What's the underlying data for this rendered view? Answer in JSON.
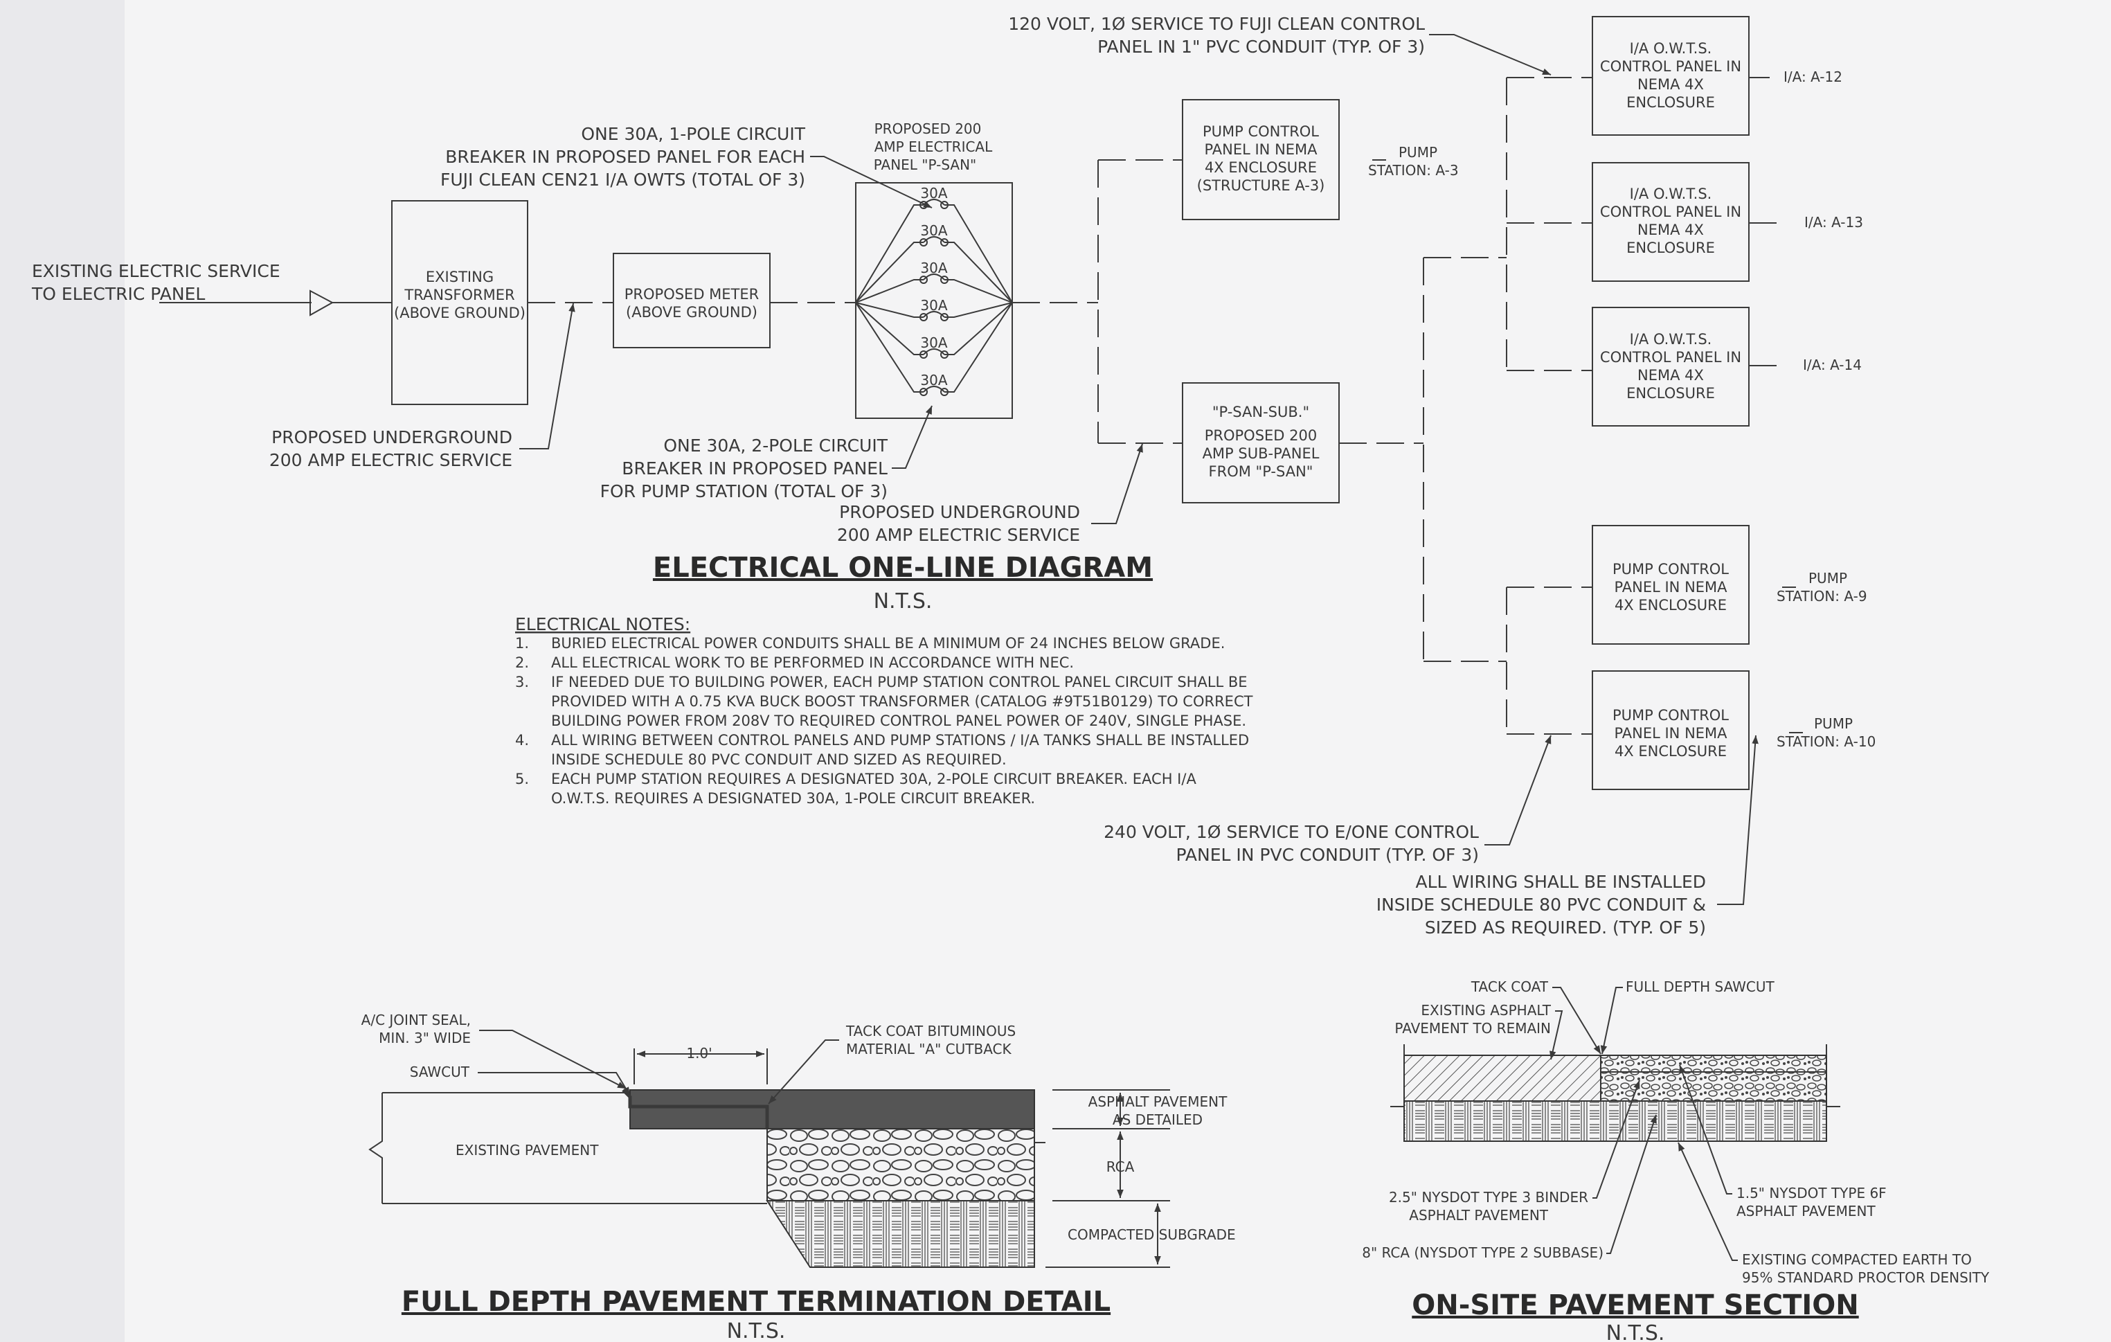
{
  "diagram": {
    "title": "ELECTRICAL ONE-LINE DIAGRAM",
    "scale": "N.T.S.",
    "callouts": {
      "service_in_1": "EXISTING ELECTRIC SERVICE",
      "service_in_2": "TO ELECTRIC PANEL",
      "breaker_1p_1": "ONE 30A, 1-POLE CIRCUIT",
      "breaker_1p_2": "BREAKER IN PROPOSED PANEL FOR EACH",
      "breaker_1p_3": "FUJI CLEAN CEN21 I/A OWTS (TOTAL OF 3)",
      "ug_service_a_1": "PROPOSED UNDERGROUND",
      "ug_service_a_2": "200 AMP ELECTRIC SERVICE",
      "breaker_2p_1": "ONE 30A, 2-POLE CIRCUIT",
      "breaker_2p_2": "BREAKER IN PROPOSED PANEL",
      "breaker_2p_3": "FOR PUMP STATION (TOTAL OF 3)",
      "ug_service_b_1": "PROPOSED UNDERGROUND",
      "ug_service_b_2": "200 AMP ELECTRIC SERVICE",
      "fuji_1": "120 VOLT, 1Ø SERVICE TO FUJI CLEAN CONTROL",
      "fuji_2": "PANEL IN 1\" PVC CONDUIT (TYP. OF 3)",
      "eone_1": "240 VOLT, 1Ø SERVICE TO E/ONE CONTROL",
      "eone_2": "PANEL IN PVC CONDUIT (TYP. OF 3)",
      "wiring_1": "ALL WIRING SHALL BE INSTALLED",
      "wiring_2": "INSIDE SCHEDULE 80 PVC CONDUIT &",
      "wiring_3": "SIZED AS REQUIRED. (TYP. OF 5)"
    },
    "boxes": {
      "transformer": [
        "EXISTING",
        "TRANSFORMER",
        "(ABOVE GROUND)"
      ],
      "meter": [
        "PROPOSED METER",
        "(ABOVE GROUND)"
      ],
      "panel_label": [
        "PROPOSED 200",
        "AMP ELECTRICAL",
        "PANEL \"P-SAN\""
      ],
      "breakers": [
        "30A",
        "30A",
        "30A",
        "30A",
        "30A",
        "30A"
      ],
      "pump_a3": [
        "PUMP CONTROL",
        "PANEL IN NEMA",
        "4X ENCLOSURE",
        "(STRUCTURE A-3)"
      ],
      "sub_panel": [
        "\"P-SAN-SUB.\"",
        "PROPOSED 200",
        "AMP SUB-PANEL",
        "FROM \"P-SAN\""
      ],
      "ia_a12": [
        "I/A O.W.T.S.",
        "CONTROL PANEL IN",
        "NEMA 4X",
        "ENCLOSURE"
      ],
      "ia_a13": [
        "I/A O.W.T.S.",
        "CONTROL PANEL IN",
        "NEMA 4X",
        "ENCLOSURE"
      ],
      "ia_a14": [
        "I/A O.W.T.S.",
        "CONTROL PANEL IN",
        "NEMA 4X",
        "ENCLOSURE"
      ],
      "pump_a9": [
        "PUMP CONTROL",
        "PANEL IN NEMA",
        "4X ENCLOSURE"
      ],
      "pump_a10": [
        "PUMP CONTROL",
        "PANEL IN NEMA",
        "4X ENCLOSURE"
      ]
    },
    "tags": {
      "a3": [
        "PUMP",
        "STATION: A-3"
      ],
      "a12": "I/A: A-12",
      "a13": "I/A: A-13",
      "a14": "I/A: A-14",
      "a9": [
        "PUMP",
        "STATION: A-9"
      ],
      "a10": [
        "PUMP",
        "STATION: A-10"
      ]
    }
  },
  "notes": {
    "heading": "ELECTRICAL NOTES:",
    "lines": [
      {
        "num": "1.",
        "text": "BURIED ELECTRICAL POWER CONDUITS SHALL BE A MINIMUM OF 24 INCHES BELOW GRADE."
      },
      {
        "num": "2.",
        "text": "ALL ELECTRICAL WORK TO BE PERFORMED IN ACCORDANCE WITH NEC."
      },
      {
        "num": "3.",
        "text": "IF NEEDED DUE TO BUILDING POWER, EACH PUMP STATION CONTROL PANEL CIRCUIT SHALL BE"
      },
      {
        "num": "",
        "text": "PROVIDED WITH A 0.75 KVA BUCK BOOST TRANSFORMER (CATALOG #9T51B0129) TO CORRECT"
      },
      {
        "num": "",
        "text": "BUILDING POWER FROM 208V TO REQUIRED CONTROL PANEL POWER OF 240V, SINGLE PHASE."
      },
      {
        "num": "4.",
        "text": "ALL WIRING BETWEEN CONTROL PANELS AND PUMP STATIONS / I/A TANKS SHALL BE INSTALLED"
      },
      {
        "num": "",
        "text": "INSIDE SCHEDULE 80 PVC CONDUIT AND SIZED AS REQUIRED."
      },
      {
        "num": "5.",
        "text": "EACH PUMP STATION REQUIRES A DESIGNATED 30A, 2-POLE CIRCUIT BREAKER. EACH I/A"
      },
      {
        "num": "",
        "text": "O.W.T.S. REQUIRES A DESIGNATED 30A, 1-POLE CIRCUIT BREAKER."
      }
    ]
  },
  "termination": {
    "title": "FULL DEPTH PAVEMENT TERMINATION DETAIL",
    "scale": "N.T.S.",
    "joint_seal_1": "A/C JOINT SEAL,",
    "joint_seal_2": "MIN. 3\" WIDE",
    "sawcut": "SAWCUT",
    "dimension": "1.0'",
    "tack_1": "TACK COAT BITUMINOUS",
    "tack_2": "MATERIAL \"A\" CUTBACK",
    "existing": "EXISTING PAVEMENT",
    "asphalt_1": "ASPHALT PAVEMENT",
    "asphalt_2": "AS DETAILED",
    "rca": "RCA",
    "subgrade": "COMPACTED SUBGRADE"
  },
  "section": {
    "title": "ON-SITE PAVEMENT SECTION",
    "scale": "N.T.S.",
    "tack": "TACK COAT",
    "sawcut": "FULL DEPTH SAWCUT",
    "existing_1": "EXISTING ASPHALT",
    "existing_2": "PAVEMENT TO REMAIN",
    "binder_1": "2.5\" NYSDOT TYPE 3 BINDER",
    "binder_2": "ASPHALT PAVEMENT",
    "top_1": "1.5\" NYSDOT TYPE 6F",
    "top_2": "ASPHALT PAVEMENT",
    "rca": "8\" RCA (NYSDOT TYPE 2 SUBBASE)",
    "earth_1": "EXISTING COMPACTED EARTH TO",
    "earth_2": "95% STANDARD PROCTOR DENSITY"
  }
}
